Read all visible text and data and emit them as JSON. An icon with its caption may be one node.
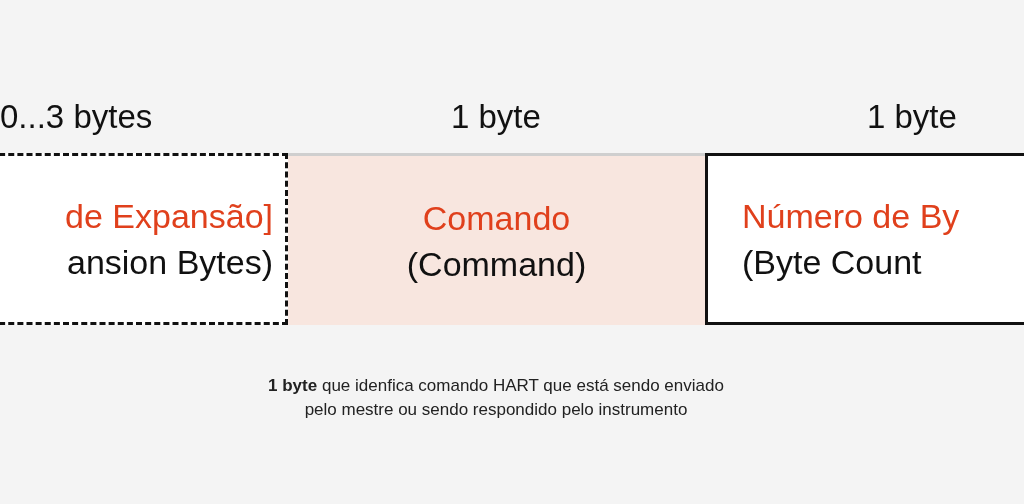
{
  "diagram": {
    "nodes": [
      {
        "text": [
          "de Expansão]",
          "ansion Bytes)"
        ],
        "beside": [
          "0...3 bytes"
        ]
      },
      {
        "text": [
          "Comando",
          "(Command)"
        ],
        "beside": [
          "1 byte"
        ]
      },
      {
        "text": [
          "Número de By",
          "(Byte Count"
        ],
        "beside": [
          "1 byte"
        ]
      }
    ],
    "labels": [
      "**1 byte** que idenfica comando HART que está sendo enviado pelo mestre ou sendo respondido pelo instrumento"
    ]
  }
}
